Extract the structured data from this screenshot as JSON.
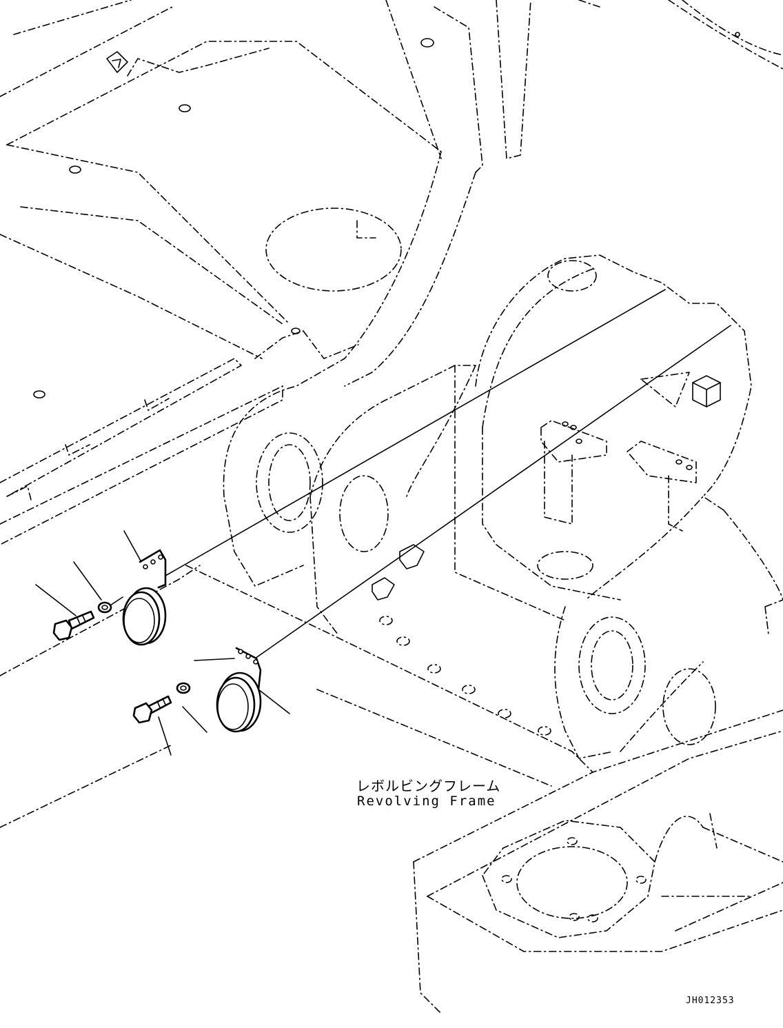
{
  "annotation": {
    "label_jp": "レボルビングフレーム",
    "label_en": "Revolving Frame"
  },
  "drawing_id": "JH012353"
}
